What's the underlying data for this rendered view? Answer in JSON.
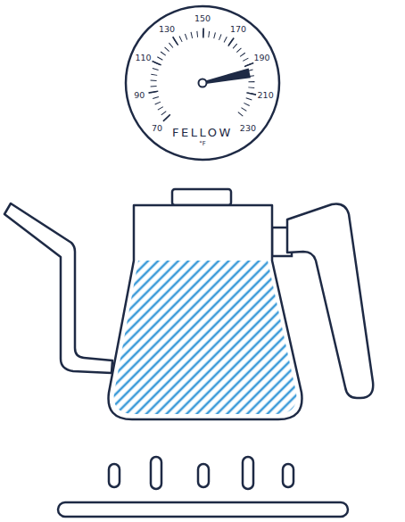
{
  "diagram": {
    "nodes": [
      {
        "text": [
          "70",
          "90",
          "110",
          "130",
          "150",
          "170",
          "190",
          "210",
          "230",
          "FELLOW",
          "°F"
        ]
      }
    ]
  }
}
